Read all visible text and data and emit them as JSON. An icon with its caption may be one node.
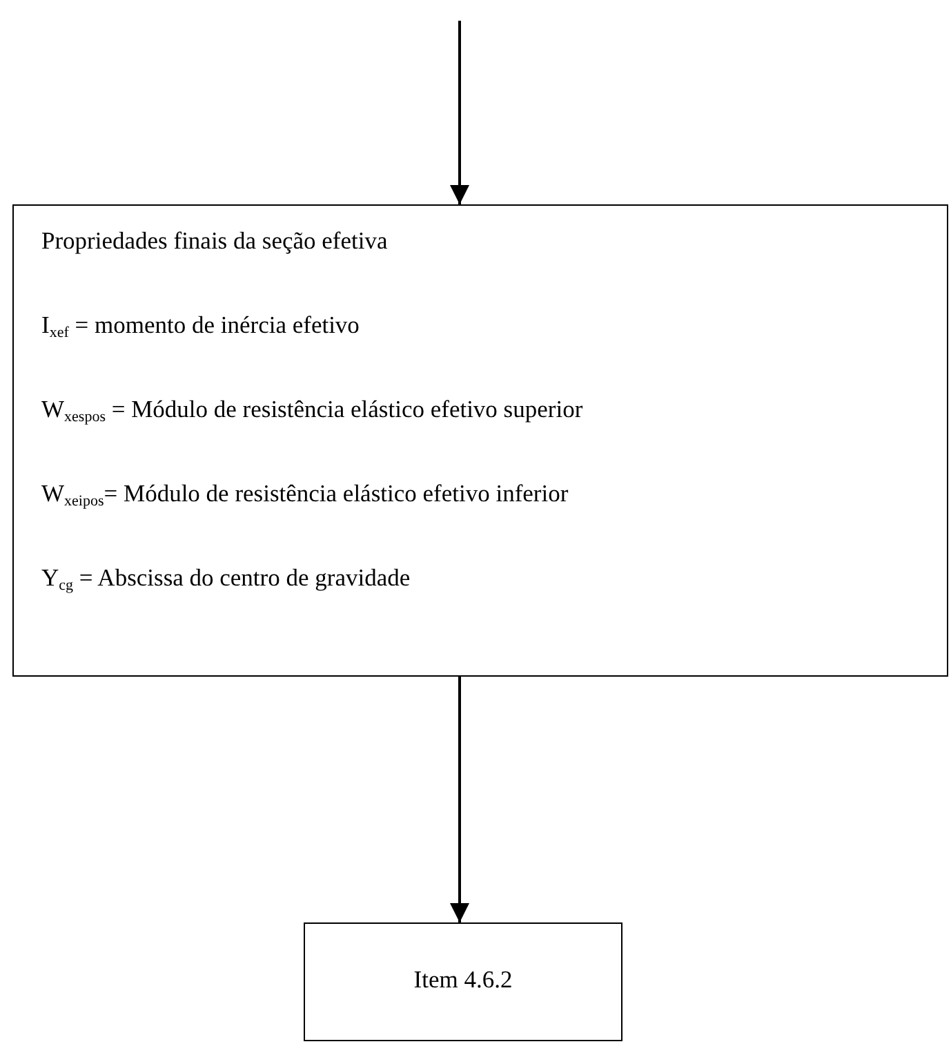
{
  "diagram": {
    "nodes": [
      {
        "text": [
          "Propriedades finais da seção efetiva",
          "I$_{xef}$ = momento de inércia efetivo",
          "W$_{xespos}$ = Módulo de resistência elástico efetivo superior",
          "W$_{xeipos}$= Módulo de resistência elástico efetivo inferior",
          "Y$_{cg}$ = Abscissa do centro de gravidade"
        ]
      },
      {
        "text": [
          "Item 4.6.2"
        ]
      }
    ],
    "edges": [
      {
        "from": null,
        "to": 0,
        "arrow": "to"
      },
      {
        "from": 0,
        "to": 1,
        "arrow": "to"
      }
    ]
  }
}
